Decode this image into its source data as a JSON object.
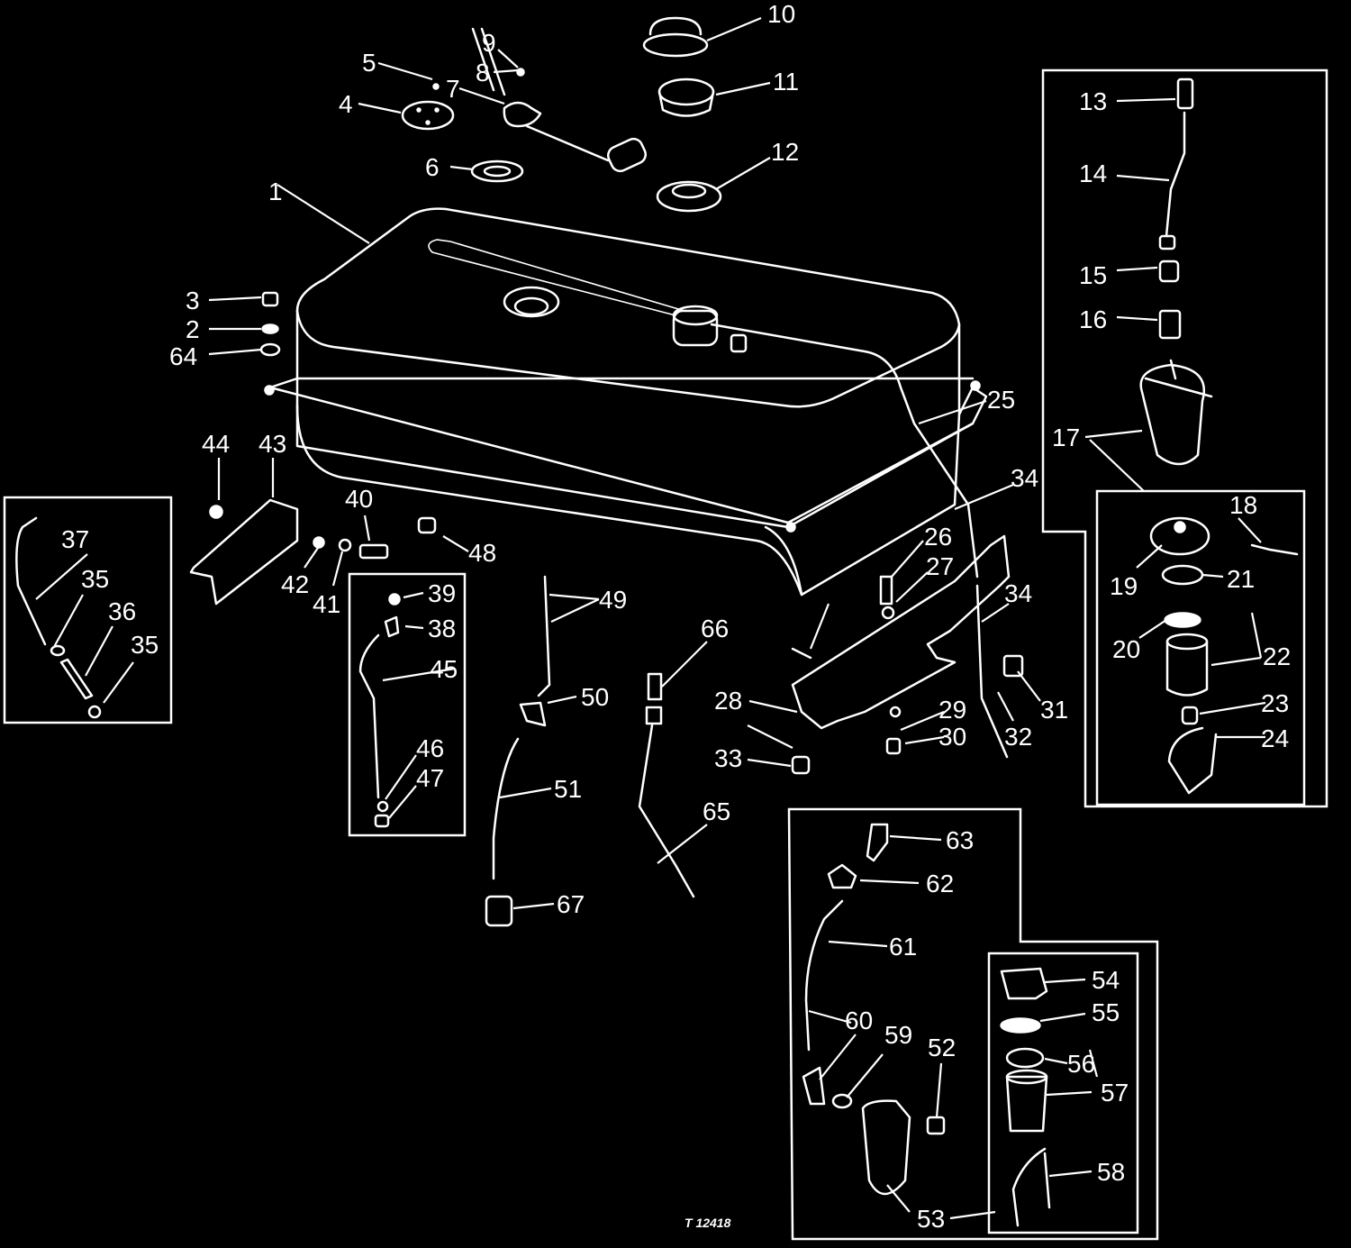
{
  "diagram": {
    "callouts": [
      "1",
      "2",
      "3",
      "4",
      "5",
      "6",
      "7",
      "8",
      "9",
      "10",
      "11",
      "12",
      "13",
      "14",
      "15",
      "16",
      "17",
      "18",
      "19",
      "20",
      "21",
      "22",
      "23",
      "24",
      "25",
      "26",
      "27",
      "28",
      "29",
      "30",
      "31",
      "32",
      "33",
      "34",
      "35",
      "36",
      "37",
      "38",
      "39",
      "40",
      "41",
      "42",
      "43",
      "44",
      "45",
      "46",
      "47",
      "48",
      "49",
      "50",
      "51",
      "52",
      "53",
      "54",
      "55",
      "56",
      "57",
      "58",
      "59",
      "60",
      "61",
      "62",
      "63",
      "64",
      "65",
      "66",
      "67"
    ],
    "figure_code": "T 12418",
    "colors": {
      "background": "#000000",
      "linework": "#ffffff"
    }
  }
}
